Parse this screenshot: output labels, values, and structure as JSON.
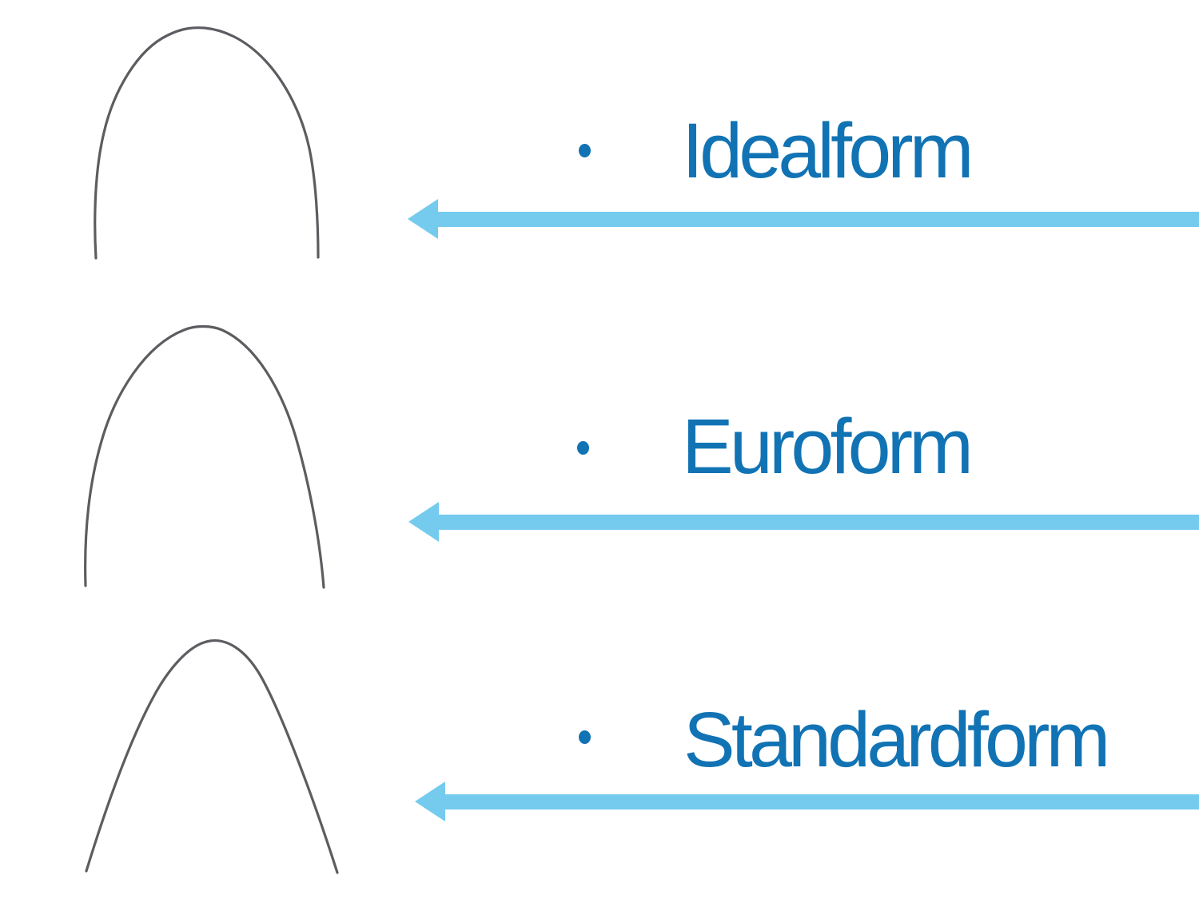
{
  "page": {
    "background_color": "#ffffff"
  },
  "colors": {
    "label_text": "#1173b4",
    "bullet": "#1173b4",
    "arrow": "#74cbee",
    "wire": "#5c5d61",
    "background": "#ffffff"
  },
  "icons": {
    "bullet_glyph": "•",
    "arrow_direction": "left"
  },
  "items": [
    {
      "label": "Idealform",
      "image": "idealform-archwire"
    },
    {
      "label": "Euroform",
      "image": "euroform-archwire"
    },
    {
      "label": "Standardform",
      "image": "standardform-archwire"
    }
  ]
}
